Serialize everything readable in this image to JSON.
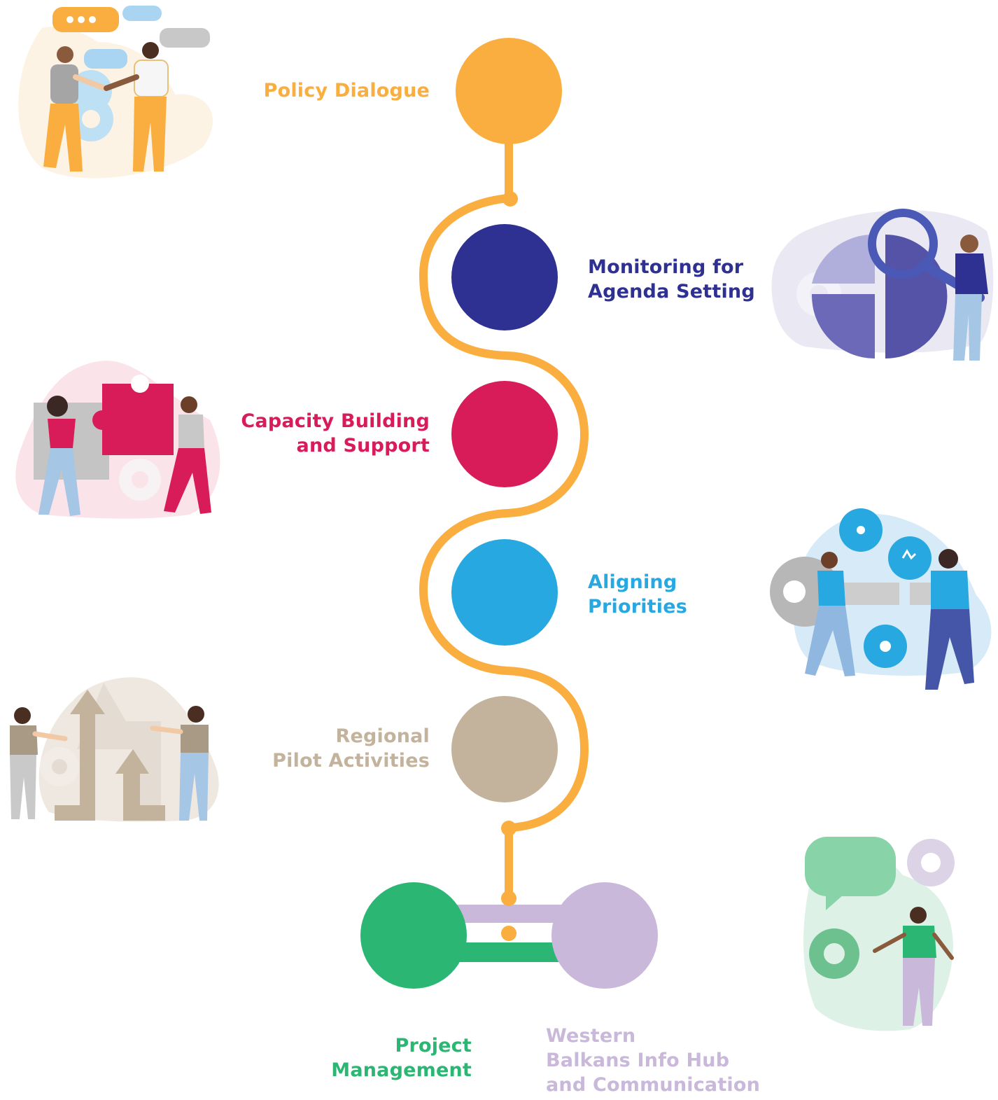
{
  "colors": {
    "orange": "#F9AE3F",
    "navy": "#2E3092",
    "crimson": "#D81B59",
    "sky": "#27A8E0",
    "tan": "#C3B39C",
    "green": "#2BB673",
    "lavender": "#C9B8DA"
  },
  "nodes": {
    "policy_dialogue": {
      "lines": [
        "Policy Dialogue"
      ],
      "icon": "handshake-people-icon"
    },
    "monitoring": {
      "lines": [
        "Monitoring for",
        "Agenda Setting"
      ],
      "icon": "magnifier-pie-chart-icon"
    },
    "capacity": {
      "lines": [
        "Capacity Building",
        "and Support"
      ],
      "icon": "puzzle-people-icon"
    },
    "aligning": {
      "lines": [
        "Aligning",
        "Priorities"
      ],
      "icon": "key-people-icon"
    },
    "regional": {
      "lines": [
        "Regional",
        "Pilot Activities"
      ],
      "icon": "arrows-people-icon"
    },
    "project_mgmt": {
      "lines": [
        "Project",
        "Management"
      ]
    },
    "info_hub": {
      "lines": [
        "Western",
        "Balkans Info Hub",
        "and Communication"
      ],
      "icon": "speech-gear-person-icon"
    }
  }
}
